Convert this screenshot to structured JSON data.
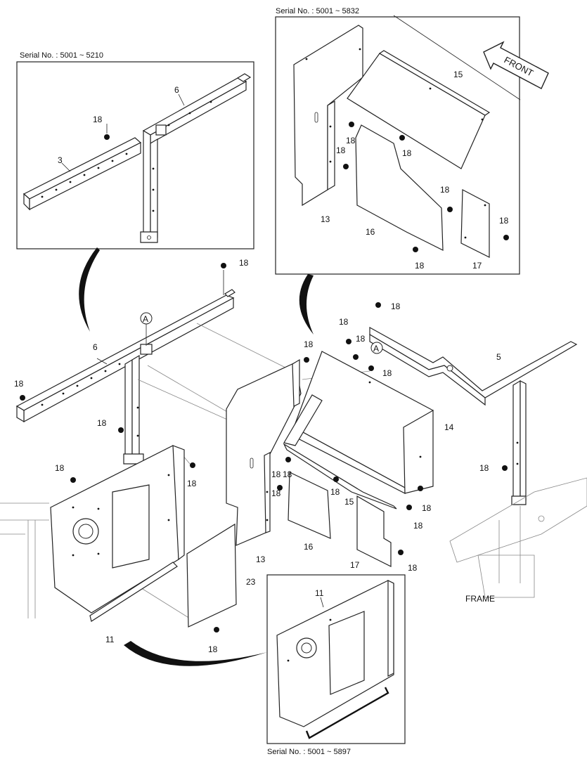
{
  "insets": {
    "top_left_serial": "Serial No. : 5001 ~ 5210",
    "top_right_serial": "Serial No. : 5001 ~ 5832",
    "bottom_serial": "Serial No. : 5001 ~ 5897"
  },
  "labels": {
    "front": "FRONT",
    "frame": "FRAME",
    "mark_a": "A"
  },
  "callouts": {
    "p3": "3",
    "p5": "5",
    "p6": "6",
    "p11": "11",
    "p13": "13",
    "p14": "14",
    "p15": "15",
    "p16": "16",
    "p17": "17",
    "p18": "18",
    "p23": "23"
  }
}
